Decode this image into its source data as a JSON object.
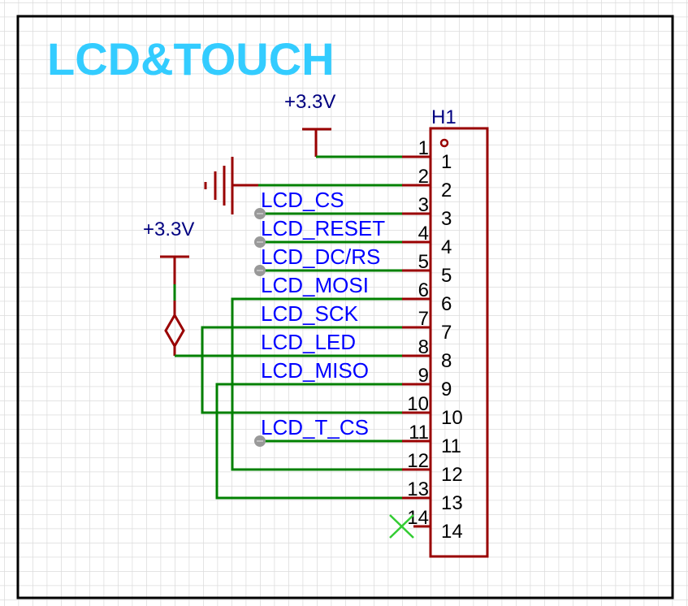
{
  "title": "LCD&TOUCH",
  "colors": {
    "title": "#33ccff",
    "wire": "#008000",
    "component": "#990000",
    "net_label": "#0000ff",
    "power_label": "#000080",
    "no_connect": "#33cc33"
  },
  "power_top": "+3.3V",
  "power_left": "+3.3V",
  "component": {
    "designator": "H1"
  },
  "pins": [
    "1",
    "2",
    "3",
    "4",
    "5",
    "6",
    "7",
    "8",
    "9",
    "10",
    "11",
    "12",
    "13",
    "14"
  ],
  "net_labels": [
    "LCD_CS",
    "LCD_RESET",
    "LCD_DC/RS",
    "LCD_MOSI",
    "LCD_SCK",
    "LCD_LED",
    "LCD_MISO",
    "LCD_T_CS"
  ]
}
